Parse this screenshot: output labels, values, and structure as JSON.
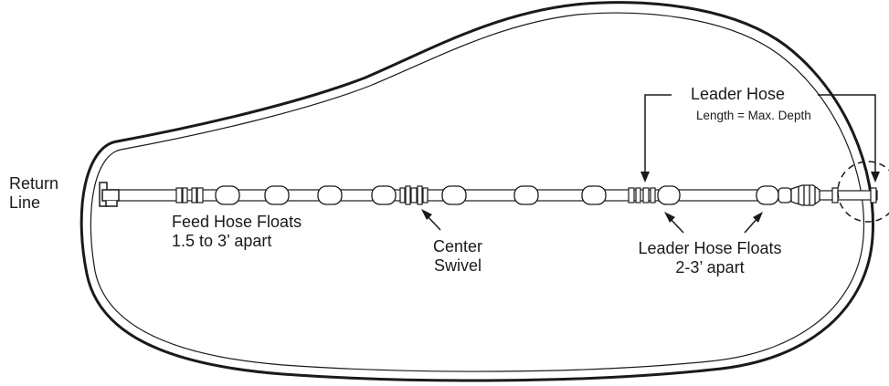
{
  "labels": {
    "return_line": [
      "Return",
      "Line"
    ],
    "feed_hose_floats": [
      "Feed Hose Floats",
      "1.5 to 3’ apart"
    ],
    "center_swivel": [
      "Center",
      "Swivel"
    ],
    "leader_hose_floats": [
      "Leader Hose Floats",
      "2-3’ apart"
    ],
    "leader_hose": "Leader Hose",
    "leader_hose_length": "Length = Max. Depth"
  },
  "colors": {
    "ink": "#1a1a1a",
    "background": "#ffffff"
  }
}
